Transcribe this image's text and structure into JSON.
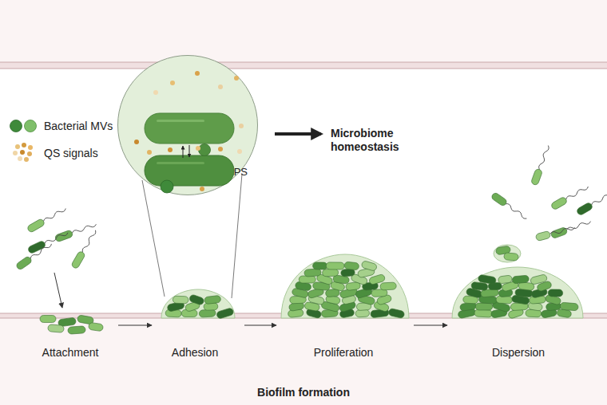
{
  "diagram": {
    "caption": "Biofilm formation",
    "nodes": [
      {
        "text": [
          "EPS"
        ]
      }
    ],
    "labels": [
      "Microbiome homeostasis",
      "Attachment",
      "Adhesion",
      "Proliferation",
      "Dispersion"
    ],
    "legend": [
      {
        "text": "Bacterial MVs"
      },
      {
        "text": "QS signals"
      }
    ]
  }
}
